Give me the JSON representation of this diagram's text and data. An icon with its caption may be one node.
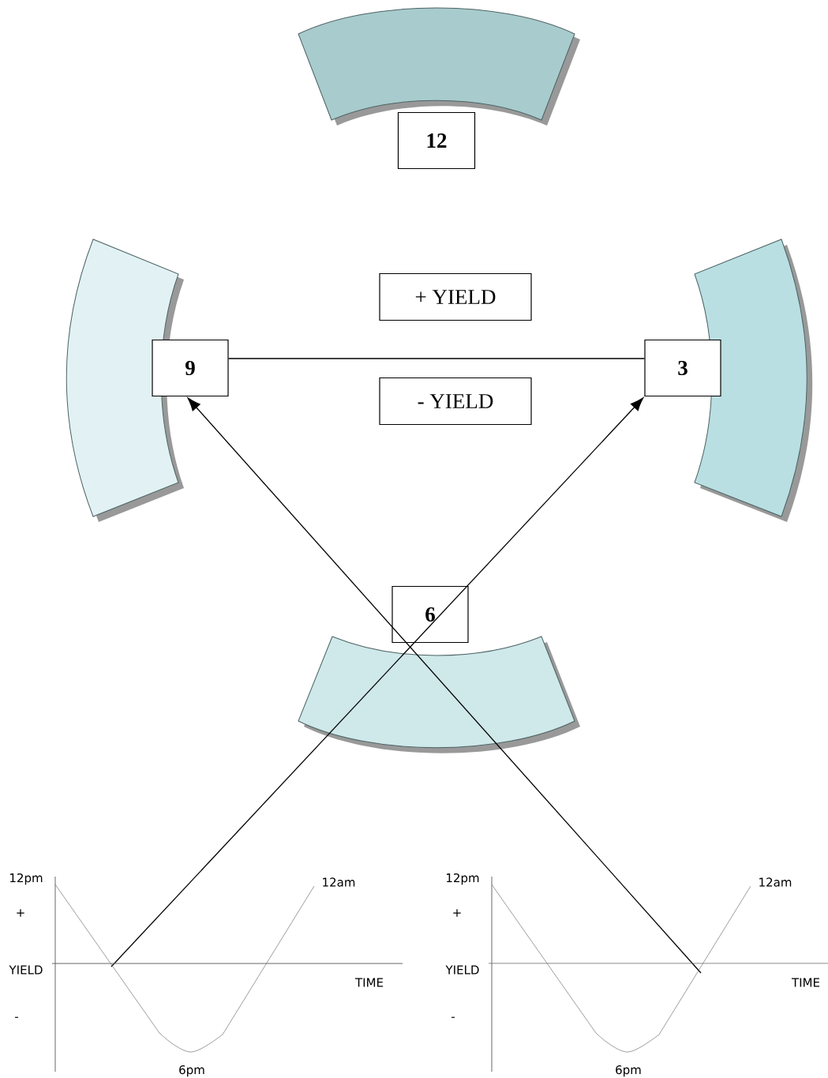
{
  "diagram": {
    "nodes": [
      {
        "text": [],
        "shape": "arc"
      },
      {
        "text": [
          "12"
        ]
      },
      {
        "text": [],
        "shape": "arc"
      },
      {
        "text": [],
        "shape": "arc"
      },
      {
        "text": [
          "+ YIELD"
        ]
      },
      {
        "text": [
          "9"
        ]
      },
      {
        "text": [
          "3"
        ]
      },
      {
        "text": [
          "- YIELD"
        ]
      },
      {
        "text": [
          "6"
        ]
      },
      {
        "text": [],
        "shape": "arc"
      }
    ],
    "edges": [
      {
        "from": 5,
        "to": 6,
        "arrow": "none"
      },
      {
        "from": null,
        "to": 6,
        "arrow": "to"
      },
      {
        "from": null,
        "to": 5,
        "arrow": "to"
      }
    ],
    "labels": [
      "12pm",
      "+",
      "YIELD",
      "-",
      "12am",
      "TIME",
      "6pm",
      "12pm",
      "+",
      "YIELD",
      "-",
      "12am",
      "TIME",
      "6pm"
    ]
  }
}
